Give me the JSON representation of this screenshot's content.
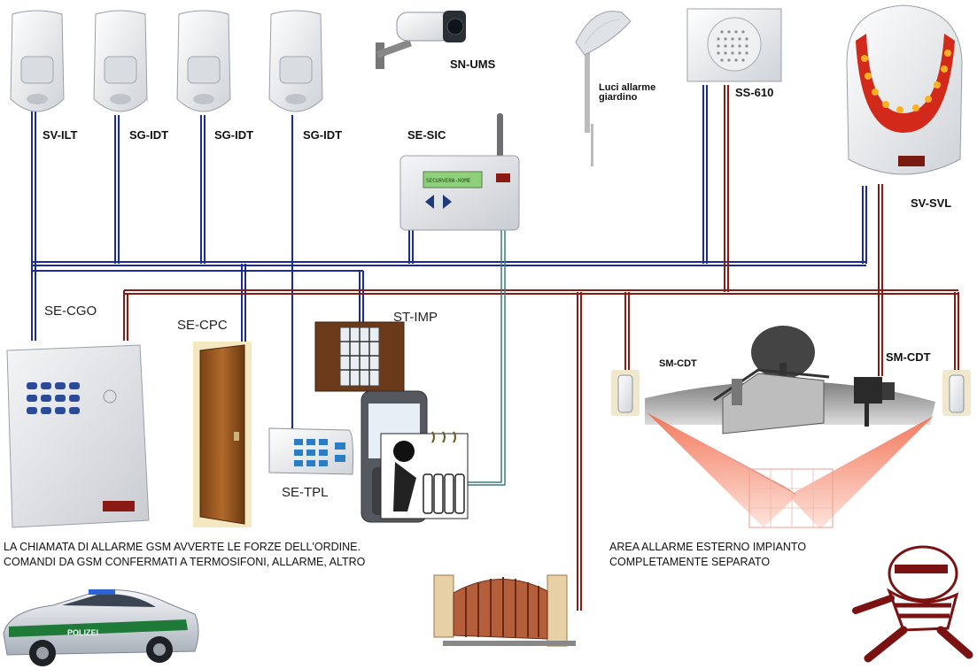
{
  "labels": {
    "sv_ilt": "SV-ILT",
    "sg_idt_1": "SG-IDT",
    "sg_idt_2": "SG-IDT",
    "sg_idt_3": "SG-IDT",
    "sn_ums": "SN-UMS",
    "se_sic": "SE-SIC",
    "luci_line1": "Luci allarme",
    "luci_line2": "giardino",
    "ss_610": "SS-610",
    "sv_svl": "SV-SVL",
    "se_cgo": "SE-CGO",
    "se_cpc": "SE-CPC",
    "st_imp": "ST-IMP",
    "se_tpl": "SE-TPL",
    "sm_cdt_1": "SM-CDT",
    "sm_cdt_2": "SM-CDT",
    "police": "POLIZEI",
    "sic_display": "SECURVERA-HOME"
  },
  "notes": {
    "gsm_line1": "LA CHIAMATA DI ALLARME GSM AVVERTE LE FORZE DELL'ORDINE.",
    "gsm_line2": "COMANDI DA GSM CONFERMATI A TERMOSIFONI, ALLARME, ALTRO",
    "area_line1": "AREA ALLARME ESTERNO IMPIANTO",
    "area_line2": "COMPLETAMENTE SEPARATO"
  },
  "colors": {
    "bus_blue": "#1a2c9c",
    "bus_red": "#8a1a14",
    "wire_green": "#3a7a7a",
    "beam_red": "#e04a30"
  }
}
